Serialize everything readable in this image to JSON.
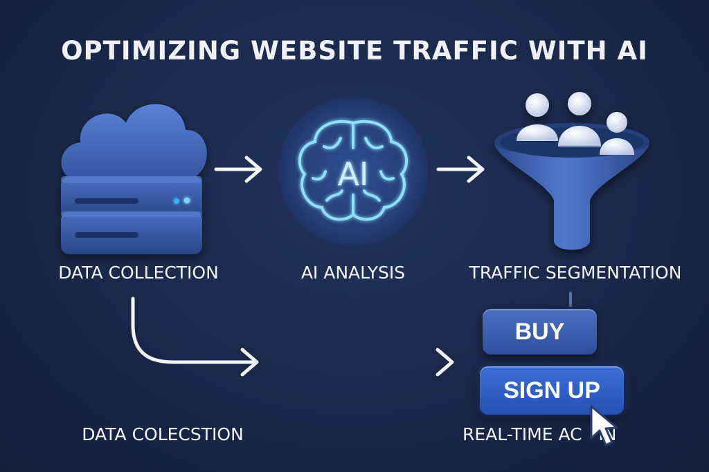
{
  "title": "OPTIMIZING WEBSITE TRAFFIC WITH AI",
  "steps": {
    "data_collection": "DATA COLLECTION",
    "ai_analysis": "AI ANALYSIS",
    "ai_badge": "AI",
    "traffic_segmentation": "TRAFFIC SEGMENTATION",
    "data_colecstion": "DATA COLECSTION",
    "real_time_action": "REAL-TIME AC   IN"
  },
  "buttons": {
    "buy": "BUY",
    "sign_up": "SIGN UP"
  },
  "icons": {
    "cloud_server": "cloud-server-icon",
    "ai_brain": "ai-brain-icon",
    "funnel": "funnel-users-icon",
    "cursor": "cursor-icon"
  },
  "colors": {
    "background": "#1a2748",
    "accent_blue": "#3d6fd6",
    "glow_cyan": "#7fd4ff"
  }
}
